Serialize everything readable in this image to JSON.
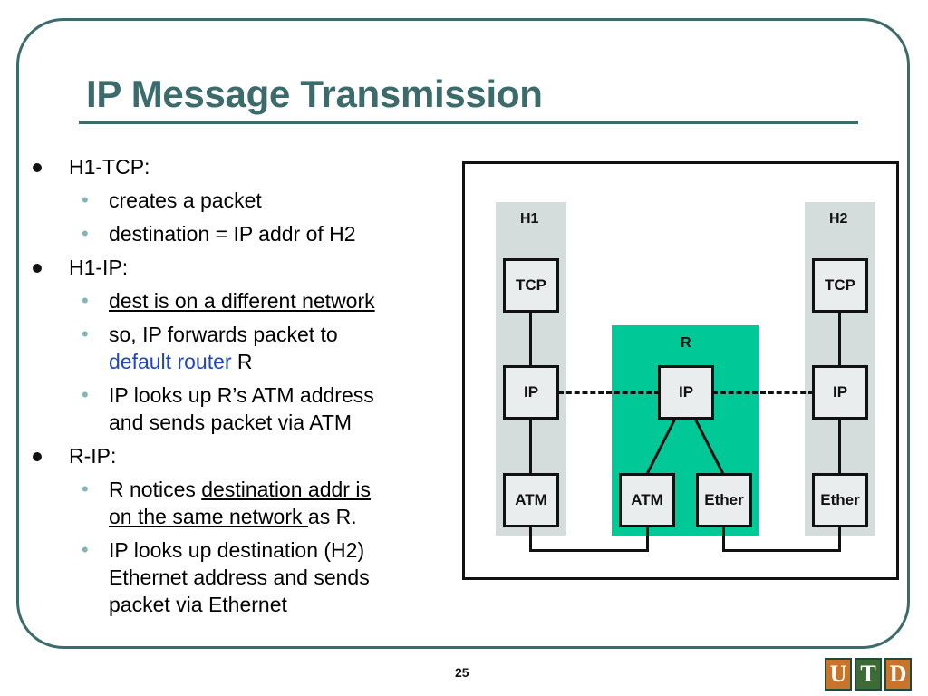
{
  "slide": {
    "title": "IP Message Transmission",
    "page_number": "25"
  },
  "bullets": {
    "h1_tcp": {
      "label": "H1-TCP:",
      "sub1": "creates a packet",
      "sub2": "destination = IP addr of H2"
    },
    "h1_ip": {
      "label": "H1-IP:",
      "sub1": "dest is on a different network",
      "sub2_pre": "so, IP forwards packet to",
      "sub2_link": "default router",
      "sub2_post": " R",
      "sub3_line1": "IP looks up R’s ATM address",
      "sub3_line2": "and sends packet via ATM"
    },
    "r_ip": {
      "label": "R-IP:",
      "sub1_pre": "R notices ",
      "sub1_u1": "destination addr is",
      "sub1_u2": "on the same network ",
      "sub1_post": "as R.",
      "sub2_line1": "IP looks up destination (H2)",
      "sub2_line2": "Ethernet address and sends",
      "sub2_line3": "packet via Ethernet"
    }
  },
  "diagram": {
    "h1": {
      "label": "H1",
      "tcp": "TCP",
      "ip": "IP",
      "link": "ATM"
    },
    "r": {
      "label": "R",
      "ip": "IP",
      "link1": "ATM",
      "link2": "Ether"
    },
    "h2": {
      "label": "H2",
      "tcp": "TCP",
      "ip": "IP",
      "link": "Ether"
    }
  },
  "logo": {
    "letters": [
      "U",
      "T",
      "D"
    ],
    "colors": [
      "#c8742a",
      "#3d6b35",
      "#c8742a"
    ]
  },
  "colors": {
    "accent": "#3b6b6b",
    "router_fill": "#00c896",
    "host_fill": "#d4dcdc",
    "link_blue": "#1f44c8"
  }
}
